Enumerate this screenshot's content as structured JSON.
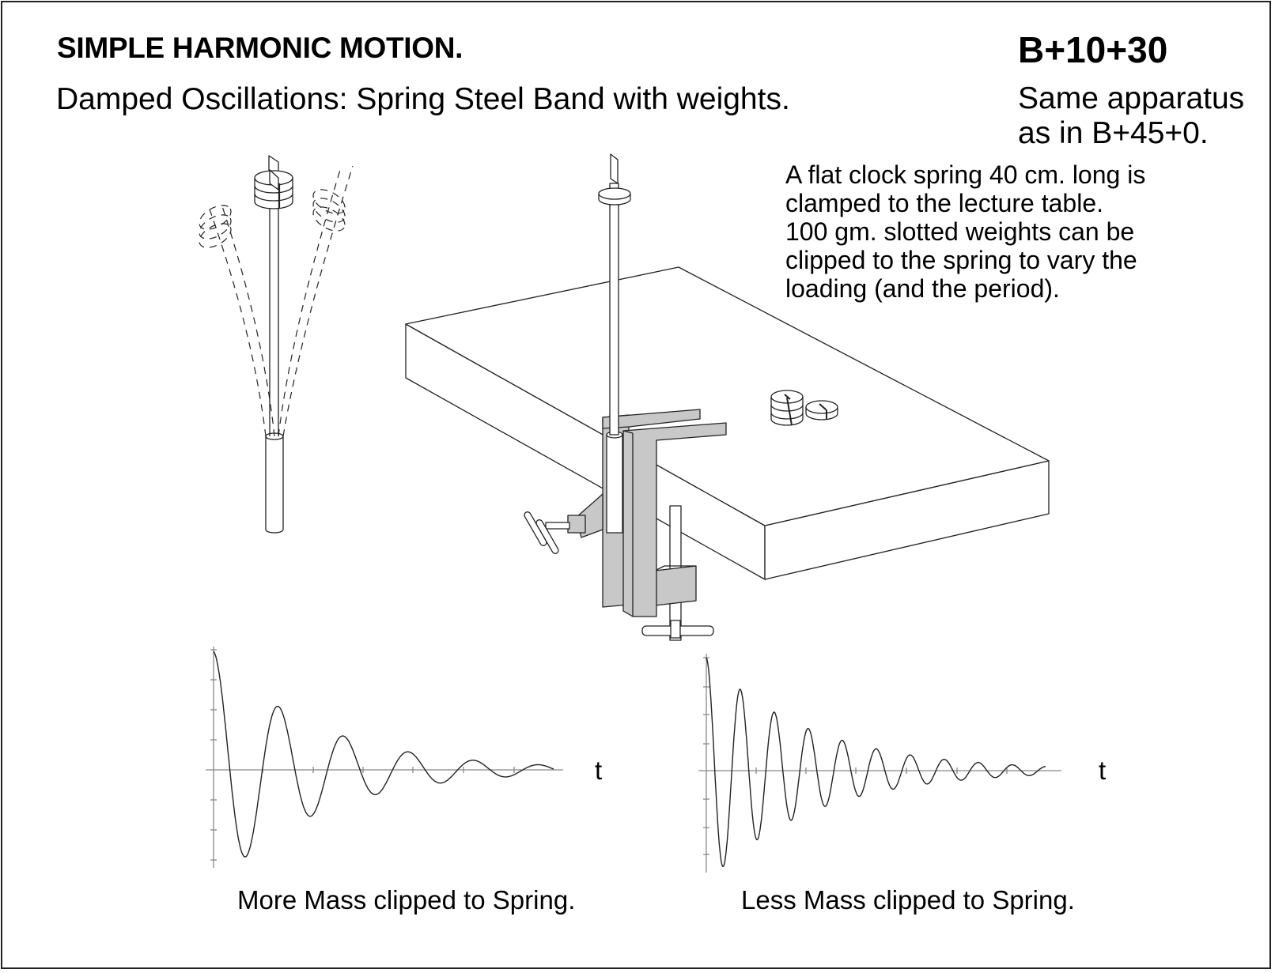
{
  "header": {
    "title": "SIMPLE HARMONIC MOTION.",
    "subtitle": "Damped Oscillations: Spring Steel Band with weights.",
    "code": "B+10+30",
    "reference_note_line1": "Same apparatus",
    "reference_note_line2": "as in B+45+0."
  },
  "description": {
    "lines": [
      "A flat clock spring 40 cm. long is",
      "clamped to the lecture table.",
      "100 gm. slotted weights can be",
      "clipped to the spring to vary the",
      "loading (and the period)."
    ]
  },
  "illustration": {
    "left_figure": "spring-with-stacked-weights-oscillating",
    "center_figure": "spring-clamped-to-table-with-c-clamp",
    "table_weights": "slotted-weights-on-table",
    "colors": {
      "line": "#222222",
      "clamp_fill": "#c8c8c8",
      "axis": "#888888",
      "background": "#ffffff"
    }
  },
  "captions": {
    "left": "More Mass clipped to Spring.",
    "right": "Less Mass clipped to Spring."
  },
  "chart_data": [
    {
      "type": "line",
      "title": "More Mass clipped to Spring.",
      "xlabel": "t",
      "ylabel": "",
      "description": "Damped oscillation, longer period",
      "x": [
        0,
        0.5,
        1,
        1.5,
        2,
        2.5,
        3,
        3.5,
        4,
        4.5,
        5,
        5.5,
        6,
        6.5
      ],
      "series": [
        {
          "name": "displacement",
          "peaks": [
            3.8,
            -3.0,
            2.1,
            -1.6,
            1.1,
            -0.85,
            0.6,
            -0.45,
            0.3,
            -0.25,
            0.15
          ]
        }
      ],
      "cycles": 5.5,
      "ylim": [
        -3.1,
        4.0
      ],
      "y_ticks": 8,
      "x_ticks": 6,
      "grid": false
    },
    {
      "type": "line",
      "title": "Less Mass clipped to Spring.",
      "xlabel": "t",
      "ylabel": "",
      "description": "Damped oscillation, shorter period",
      "series": [
        {
          "name": "displacement",
          "peaks": [
            3.8,
            -3.3,
            2.9,
            -2.4,
            2.0,
            -1.8,
            1.55,
            -1.4,
            1.1,
            -1.0,
            0.8,
            -0.75,
            0.6,
            -0.45,
            0.4,
            -0.45,
            0.3,
            -0.3,
            0.2,
            -0.2,
            0.15
          ]
        }
      ],
      "cycles": 10.5,
      "ylim": [
        -3.4,
        4.0
      ],
      "y_ticks": 8,
      "x_ticks": 6,
      "grid": false
    }
  ],
  "axis_labels": {
    "left_t": "t",
    "right_t": "t"
  }
}
